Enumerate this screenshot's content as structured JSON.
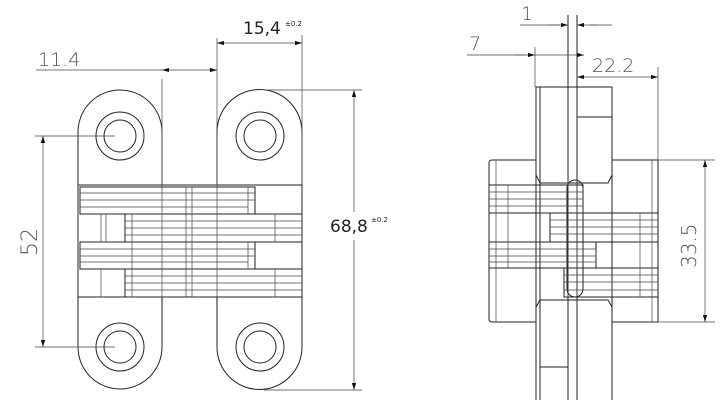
{
  "front_view": {
    "dim_gap": "11.4",
    "dim_plate_width": "15,4",
    "dim_plate_width_tol": "±0.2",
    "dim_height": "68,8",
    "dim_height_tol": "±0.2",
    "dim_hole_spacing": "52"
  },
  "side_view": {
    "dim_gap": "1",
    "dim_offset": "7",
    "dim_depth": "22.2",
    "dim_body_height": "33.5"
  }
}
